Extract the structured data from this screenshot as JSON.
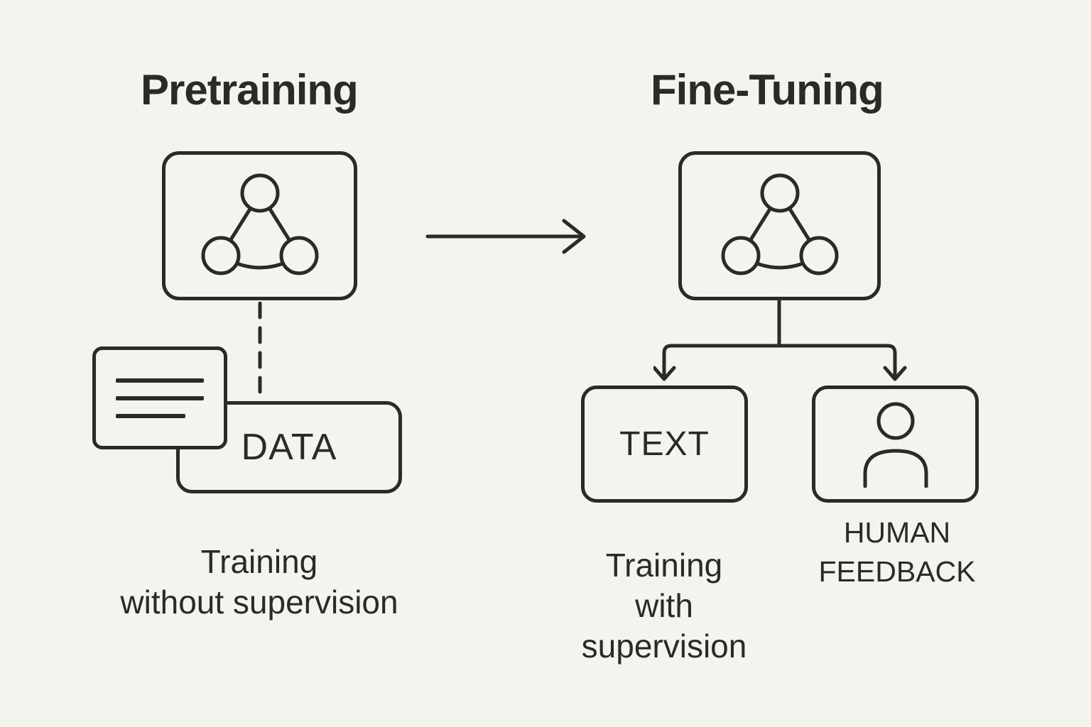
{
  "colors": {
    "background": "#f5f3ed",
    "ink": "#2a2a26"
  },
  "left": {
    "title": "Pretraining",
    "model_icon": "network-nodes-icon",
    "document_icon": "document-lines-icon",
    "data_label": "DATA",
    "caption": {
      "line1": "Training",
      "line2": "without supervision"
    }
  },
  "arrow_icon": "arrow-right-icon",
  "right": {
    "title": "Fine-Tuning",
    "model_icon": "network-nodes-icon",
    "text_label": "TEXT",
    "person_icon": "person-icon",
    "feedback": {
      "line1": "HUMAN",
      "line2": "FEEDBACK"
    },
    "caption": {
      "line1": "Training",
      "line2": "with",
      "line3": "supervision"
    }
  }
}
